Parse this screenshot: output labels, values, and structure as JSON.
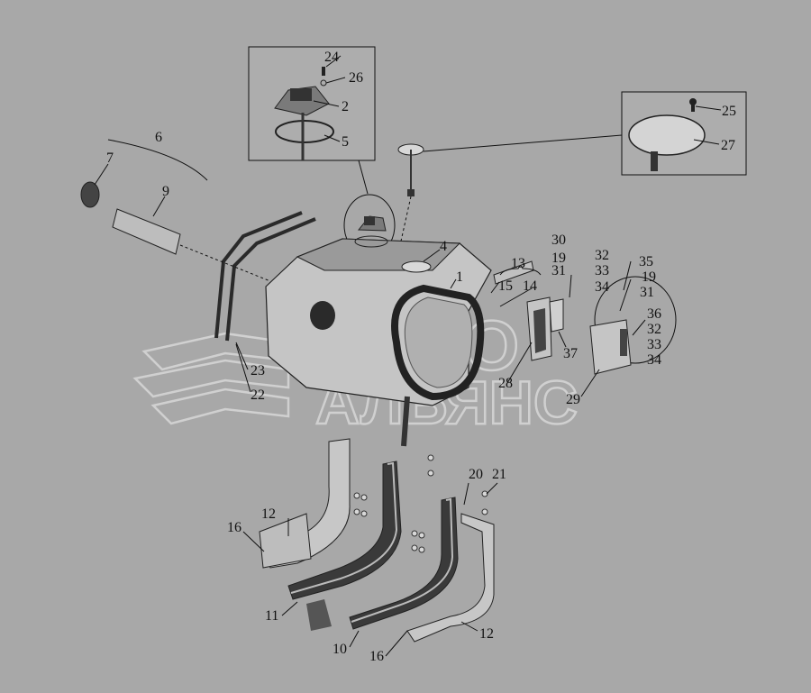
{
  "watermark": {
    "line1": "АВТО",
    "line2": "АЛЬЯНС"
  },
  "callouts": [
    {
      "id": "c1",
      "text": "1"
    },
    {
      "id": "c2",
      "text": "2"
    },
    {
      "id": "c4",
      "text": "4"
    },
    {
      "id": "c5",
      "text": "5"
    },
    {
      "id": "c6",
      "text": "6"
    },
    {
      "id": "c7",
      "text": "7"
    },
    {
      "id": "c9",
      "text": "9"
    },
    {
      "id": "c10",
      "text": "10"
    },
    {
      "id": "c11",
      "text": "11"
    },
    {
      "id": "c12a",
      "text": "12"
    },
    {
      "id": "c12b",
      "text": "12"
    },
    {
      "id": "c13",
      "text": "13"
    },
    {
      "id": "c14",
      "text": "14"
    },
    {
      "id": "c15",
      "text": "15"
    },
    {
      "id": "c16a",
      "text": "16"
    },
    {
      "id": "c16b",
      "text": "16"
    },
    {
      "id": "c19a",
      "text": "19"
    },
    {
      "id": "c19b",
      "text": "19"
    },
    {
      "id": "c20",
      "text": "20"
    },
    {
      "id": "c21",
      "text": "21"
    },
    {
      "id": "c22",
      "text": "22"
    },
    {
      "id": "c23",
      "text": "23"
    },
    {
      "id": "c24",
      "text": "24"
    },
    {
      "id": "c25",
      "text": "25"
    },
    {
      "id": "c26",
      "text": "26"
    },
    {
      "id": "c27",
      "text": "27"
    },
    {
      "id": "c28",
      "text": "28"
    },
    {
      "id": "c29",
      "text": "29"
    },
    {
      "id": "c30",
      "text": "30"
    },
    {
      "id": "c31a",
      "text": "31"
    },
    {
      "id": "c31b",
      "text": "31"
    },
    {
      "id": "c32a",
      "text": "32"
    },
    {
      "id": "c32b",
      "text": "32"
    },
    {
      "id": "c33a",
      "text": "33"
    },
    {
      "id": "c33b",
      "text": "33"
    },
    {
      "id": "c34a",
      "text": "34"
    },
    {
      "id": "c34b",
      "text": "34"
    },
    {
      "id": "c35",
      "text": "35"
    },
    {
      "id": "c36",
      "text": "36"
    },
    {
      "id": "c37",
      "text": "37"
    }
  ],
  "colors": {
    "background": "#a8a8a8",
    "part": "#c9c9c9",
    "part_dark": "#3a3a3a",
    "line": "#111111",
    "watermark": "#d8d8d8"
  }
}
